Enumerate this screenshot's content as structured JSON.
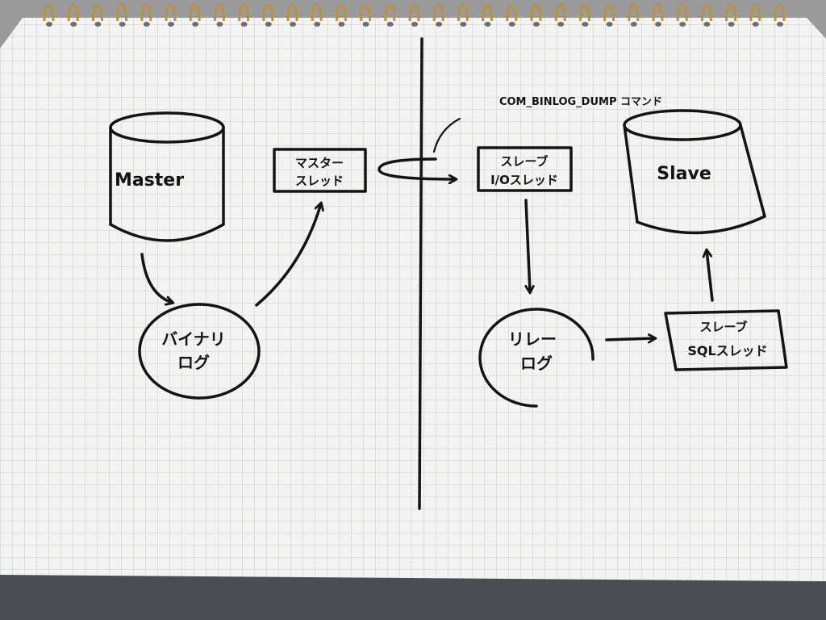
{
  "diagram": {
    "master": {
      "db_label": "Master",
      "thread_line1": "マスター",
      "thread_line2": "スレッド",
      "binlog_line1": "バイナリ",
      "binlog_line2": "ログ"
    },
    "slave": {
      "db_label": "Slave",
      "io_line1": "スレーブ",
      "io_line2": "I/Oスレッド",
      "relay_line1": "リレー",
      "relay_line2": "ログ",
      "sql_line1": "スレーブ",
      "sql_line2": "SQLスレッド"
    },
    "command_label": "COM_BINLOG_DUMP コマンド"
  },
  "colors": {
    "ink": "#141414",
    "paper": "#f3f3f1",
    "grid": "#b9bec4",
    "ring": "#b8923c",
    "binding": "#4a4d52"
  }
}
